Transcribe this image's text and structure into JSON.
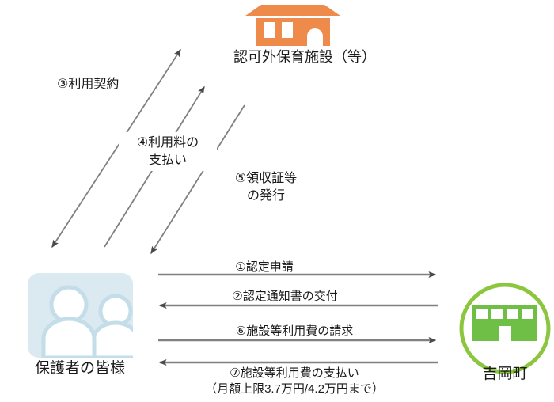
{
  "entities": {
    "facility": {
      "label": "認可外保育施設（等）",
      "icon": "house-icon",
      "color": "#EE8A4A"
    },
    "parents": {
      "label": "保護者の皆様",
      "icon": "two-people-icon",
      "bg_color": "#DBE9F1",
      "outline_color": "#C3DDE9"
    },
    "town": {
      "label": "吉岡町",
      "icon": "town-office-building-icon",
      "color": "#7CC143"
    }
  },
  "flows": {
    "f1": {
      "label": "①認定申請",
      "from": "parents",
      "to": "town"
    },
    "f2": {
      "label": "②認定通知書の交付",
      "from": "town",
      "to": "parents"
    },
    "f3": {
      "label": "③利用契約",
      "from": "parents",
      "to": "facility",
      "direction": "both"
    },
    "f4": {
      "label_line1": "④利用料の",
      "label_line2": "支払い",
      "from": "parents",
      "to": "facility"
    },
    "f5": {
      "label_line1": "⑤領収証等",
      "label_line2": "の発行",
      "from": "facility",
      "to": "parents"
    },
    "f6": {
      "label": "⑥施設等利用費の請求",
      "from": "parents",
      "to": "town"
    },
    "f7": {
      "label_line1": "⑦施設等利用費の支払い",
      "label_line2": "（月額上限3.7万円/4.2万円まで）",
      "from": "town",
      "to": "parents"
    }
  },
  "colors": {
    "arrow_line": "#808080",
    "arrowhead": "#4A4A4A",
    "text": "#1A1A1A"
  }
}
